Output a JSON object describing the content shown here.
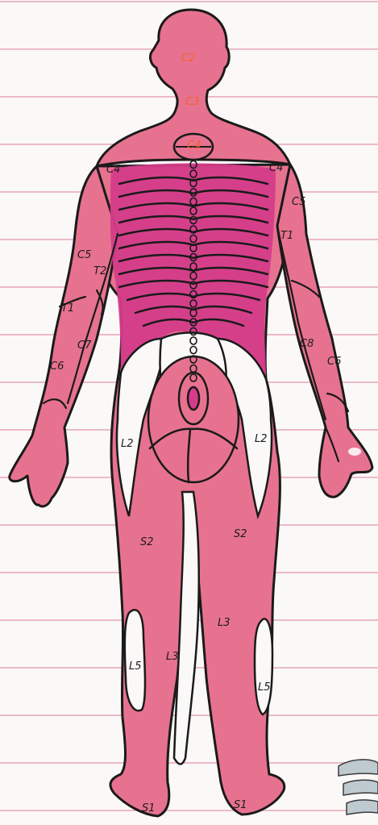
{
  "labels": {
    "c2": "C2",
    "c3": "C3",
    "c4_neck": "C4",
    "c4_left_shoulder": "C4",
    "c4_right_shoulder": "C4",
    "c5_left": "C5",
    "c5_right": "C5",
    "t2": "T2",
    "t1_left": "T1",
    "t1_right": "T1",
    "c6": "C6",
    "c7": "C7",
    "c8": "C8",
    "c6_right": "C6",
    "l2_left": "L2",
    "l2_right": "L2",
    "s2_left": "S2",
    "s2_right": "S2",
    "l3_left": "L3",
    "l3_right": "L3",
    "l5_left": "L5",
    "l5_right": "L5",
    "s1_left": "S1",
    "s1_right": "S1"
  },
  "colors": {
    "skin_pink": "#e7728f",
    "back_magenta": "#d43c8a",
    "outline": "#1a1a1a",
    "paper": "#fbf8f8",
    "ruled_line": "#e6a6b8",
    "orange_label": "#f2622a"
  }
}
